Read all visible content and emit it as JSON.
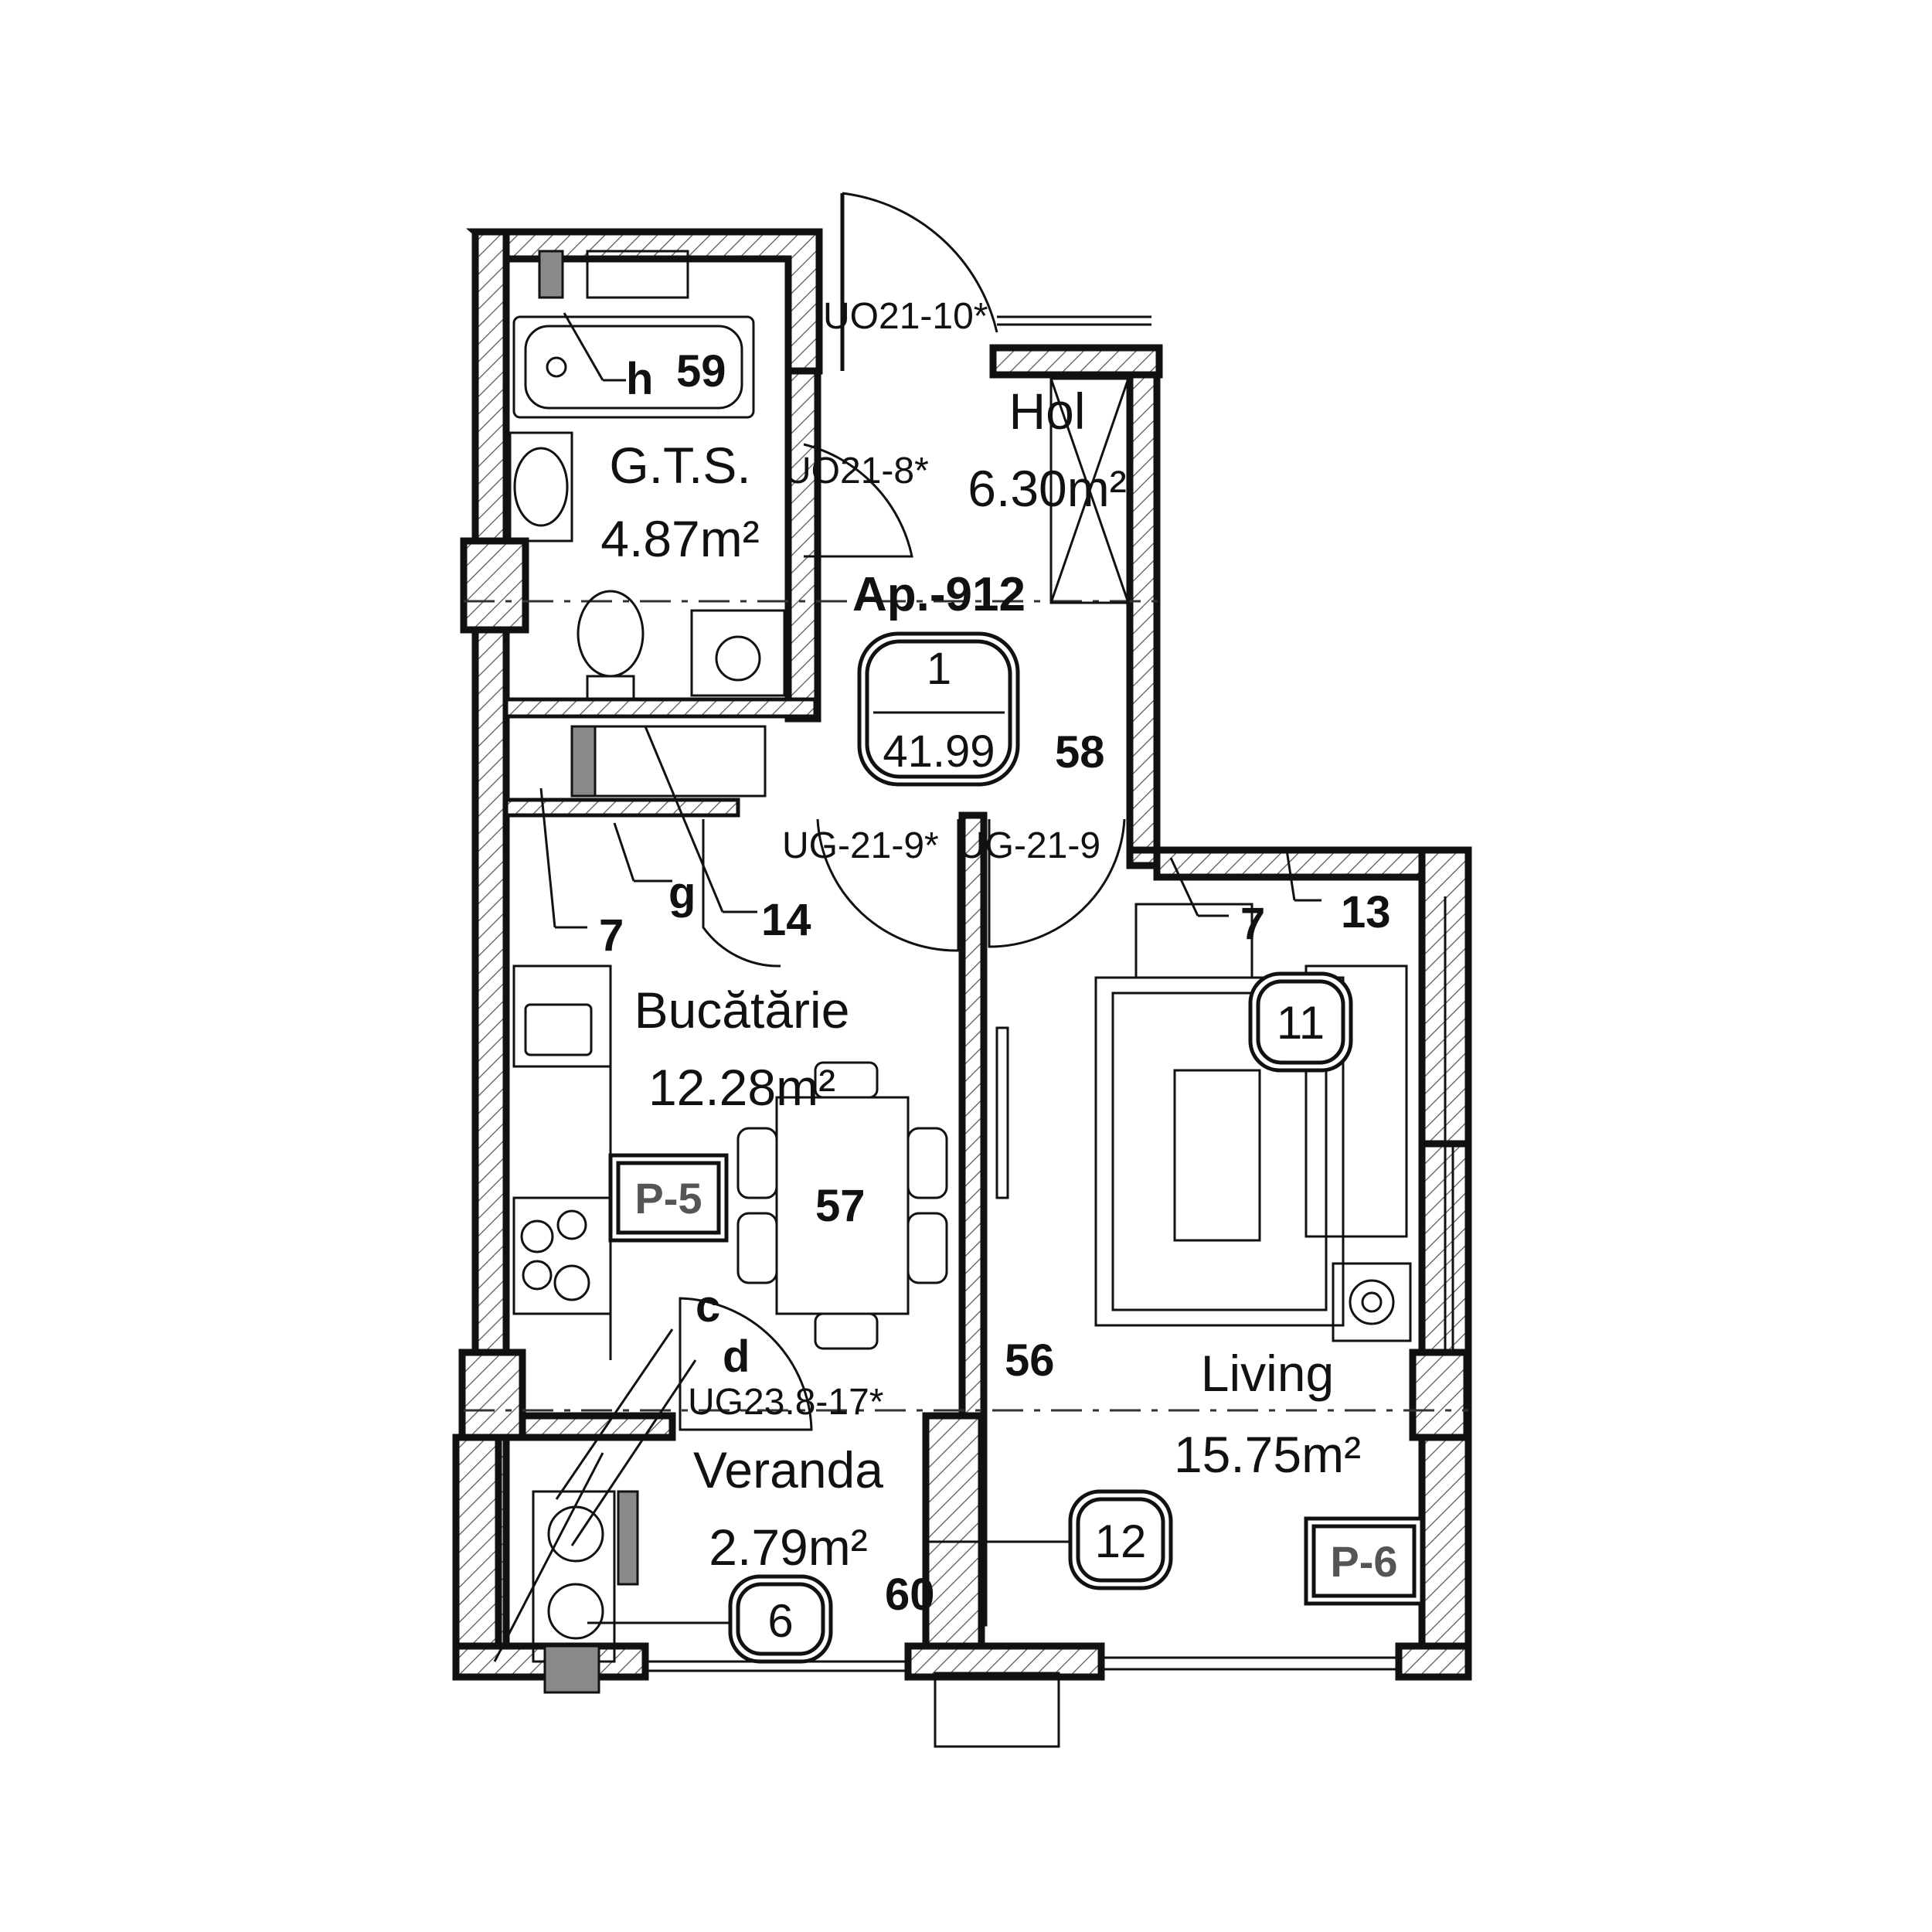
{
  "apartment": {
    "label": "Ap.-912",
    "badge_top": "1",
    "badge_bottom": "41.99"
  },
  "rooms": {
    "gts": {
      "name": "G.T.S.",
      "area": "4.87m²"
    },
    "hol": {
      "name": "Hol",
      "area": "6.30m²"
    },
    "bucatarie": {
      "name": "Bucătărie",
      "area": "12.28m²"
    },
    "living": {
      "name": "Living",
      "area": "15.75m²"
    },
    "veranda": {
      "name": "Veranda",
      "area": "2.79m²"
    }
  },
  "doors": {
    "entrance": "UO21-10*",
    "bath": "UO21-8*",
    "kitchen": "UG-21-9*",
    "living": "UG-21-9",
    "veranda": "UG23.8-17*"
  },
  "numbers": {
    "n59": "59",
    "n58": "58",
    "n57": "57",
    "n56": "56",
    "n60": "60",
    "n14": "14",
    "n13": "13",
    "n7a": "7",
    "n7b": "7"
  },
  "letters": {
    "h": "h",
    "g": "g",
    "c": "c",
    "d": "d"
  },
  "tags": {
    "p5": "P-5",
    "p6": "P-6"
  },
  "bubbles": {
    "b11": "11",
    "b12": "12",
    "b6": "6"
  }
}
